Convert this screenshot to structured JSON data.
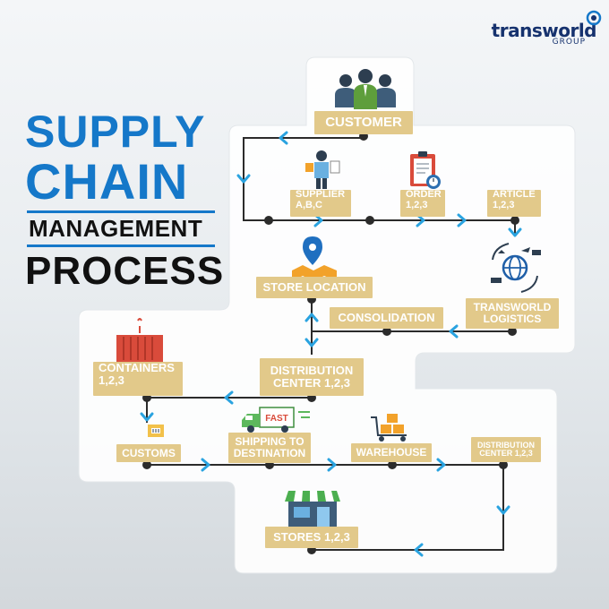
{
  "brand": {
    "name": "transworld",
    "group": "GROUP"
  },
  "title": {
    "line1": "SUPPLY",
    "line2": "CHAIN",
    "line3": "MANAGEMENT",
    "line4": "PROCESS"
  },
  "nodes": {
    "customer": "CUSTOMER",
    "supplier": "SUPPLIER A,B,C",
    "supplier_l1": "SUPPLIER",
    "supplier_l2": "A,B,C",
    "order_l1": "ORDER",
    "order_l2": "1,2,3",
    "article_l1": "ARTICLE",
    "article_l2": "1,2,3",
    "store_location": "STORE LOCATION",
    "consolidation": "CONSOLIDATION",
    "transworld_l1": "TRANSWORLD",
    "transworld_l2": "LOGISTICS",
    "containers_l1": "CONTAINERS",
    "containers_l2": "1,2,3",
    "distribution_l1": "DISTRIBUTION",
    "distribution_l2": "CENTER 1,2,3",
    "customs": "CUSTOMS",
    "shipping_l1": "SHIPPING TO",
    "shipping_l2": "DESTINATION",
    "warehouse": "WAREHOUSE",
    "dist2_l1": "DISTRIBUTION",
    "dist2_l2": "CENTER 1,2,3",
    "stores": "STORES 1,2,3"
  },
  "truck_label": "FAST",
  "colors": {
    "blue": "#1578c9",
    "gold": "#e2c98a",
    "line": "#2b2b2b",
    "arrow": "#2aa3e0",
    "panel": "#ffffff"
  }
}
